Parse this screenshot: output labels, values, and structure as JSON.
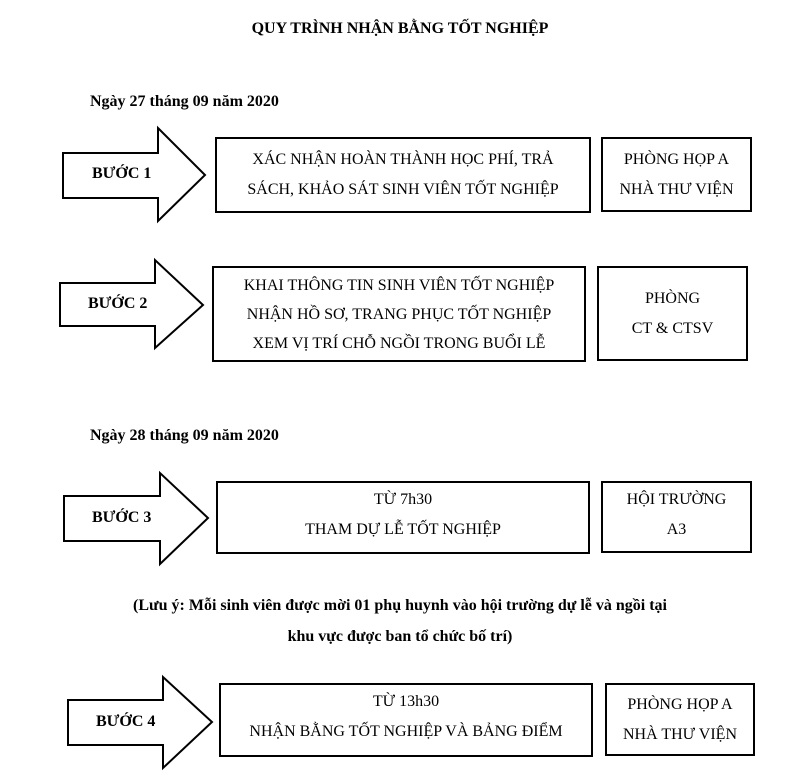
{
  "title": "QUY TRÌNH NHẬN BẰNG TỐT NGHIỆP",
  "days": [
    {
      "label": "Ngày 27 tháng 09 năm 2020"
    },
    {
      "label": "Ngày 28 tháng 09 năm 2020"
    }
  ],
  "steps": [
    {
      "label": "BƯỚC 1",
      "task": [
        "XÁC NHẬN HOÀN THÀNH HỌC PHÍ, TRẢ",
        "SÁCH, KHẢO SÁT SINH VIÊN TỐT NGHIỆP"
      ],
      "place": [
        "PHÒNG HỌP A",
        "NHÀ THƯ VIỆN"
      ]
    },
    {
      "label": "BƯỚC 2",
      "task": [
        "KHAI THÔNG TIN SINH VIÊN TỐT NGHIỆP",
        "NHẬN HỒ SƠ, TRANG PHỤC TỐT NGHIỆP",
        "XEM VỊ TRÍ CHỖ NGỒI TRONG BUỔI LỄ"
      ],
      "place": [
        "PHÒNG",
        "CT & CTSV"
      ]
    },
    {
      "label": "BƯỚC 3",
      "task": [
        "TỪ 7h30",
        "THAM DỰ LỄ TỐT NGHIỆP"
      ],
      "place": [
        "HỘI TRƯỜNG",
        "A3"
      ]
    },
    {
      "label": "BƯỚC 4",
      "task": [
        "TỪ 13h30",
        "NHẬN BẰNG TỐT NGHIỆP VÀ BẢNG ĐIỂM"
      ],
      "place": [
        "PHÒNG HỌP A",
        "NHÀ THƯ VIỆN"
      ]
    }
  ],
  "note": [
    "(Lưu ý: Mỗi sinh viên được mời 01 phụ huynh vào hội trường dự lễ và ngồi tại",
    "khu vực được ban tổ chức bố trí)"
  ]
}
